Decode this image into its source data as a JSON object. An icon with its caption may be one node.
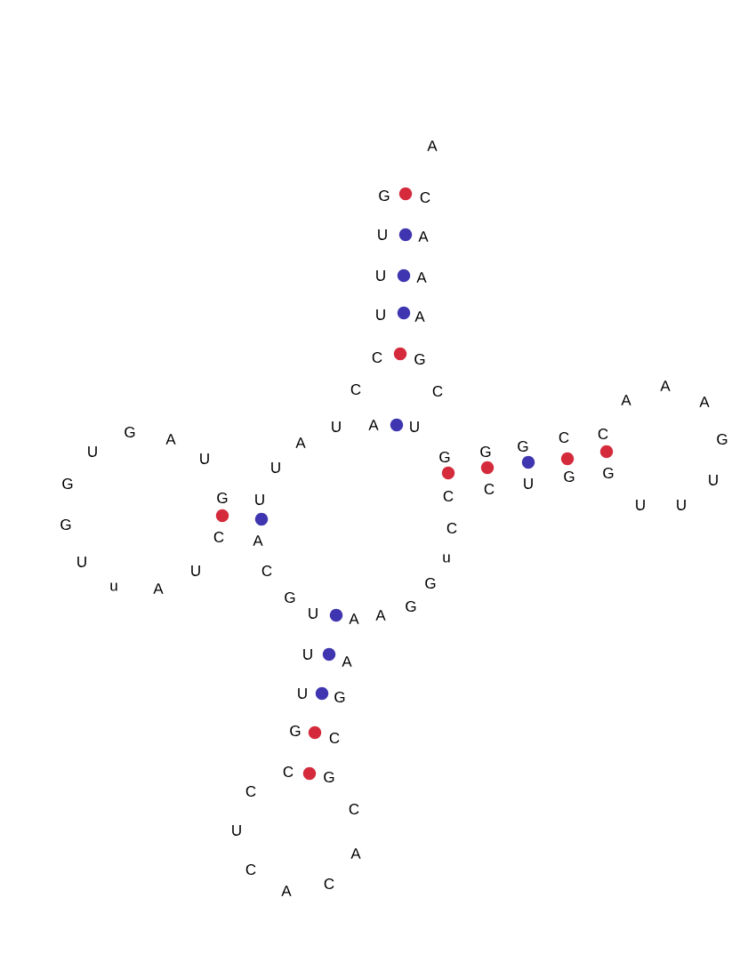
{
  "diagram": {
    "labels": [
      "A",
      "G",
      "C",
      "U",
      "A",
      "U",
      "A",
      "U",
      "A",
      "C",
      "G",
      "C",
      "C",
      "U",
      "A",
      "U",
      "U",
      "G",
      "A",
      "U",
      "A",
      "U",
      "G",
      "G",
      "U",
      "G",
      "C",
      "A",
      "U",
      "U",
      "C",
      "u",
      "A",
      "G",
      "G",
      "G",
      "G",
      "C",
      "C",
      "C",
      "C",
      "U",
      "G",
      "G",
      "A",
      "A",
      "A",
      "G",
      "U",
      "U",
      "U",
      "C",
      "u",
      "G",
      "U",
      "A",
      "A",
      "G",
      "U",
      "A",
      "U",
      "G",
      "G",
      "C",
      "C",
      "G",
      "C",
      "C",
      "U",
      "A",
      "C",
      "A",
      "C"
    ]
  }
}
